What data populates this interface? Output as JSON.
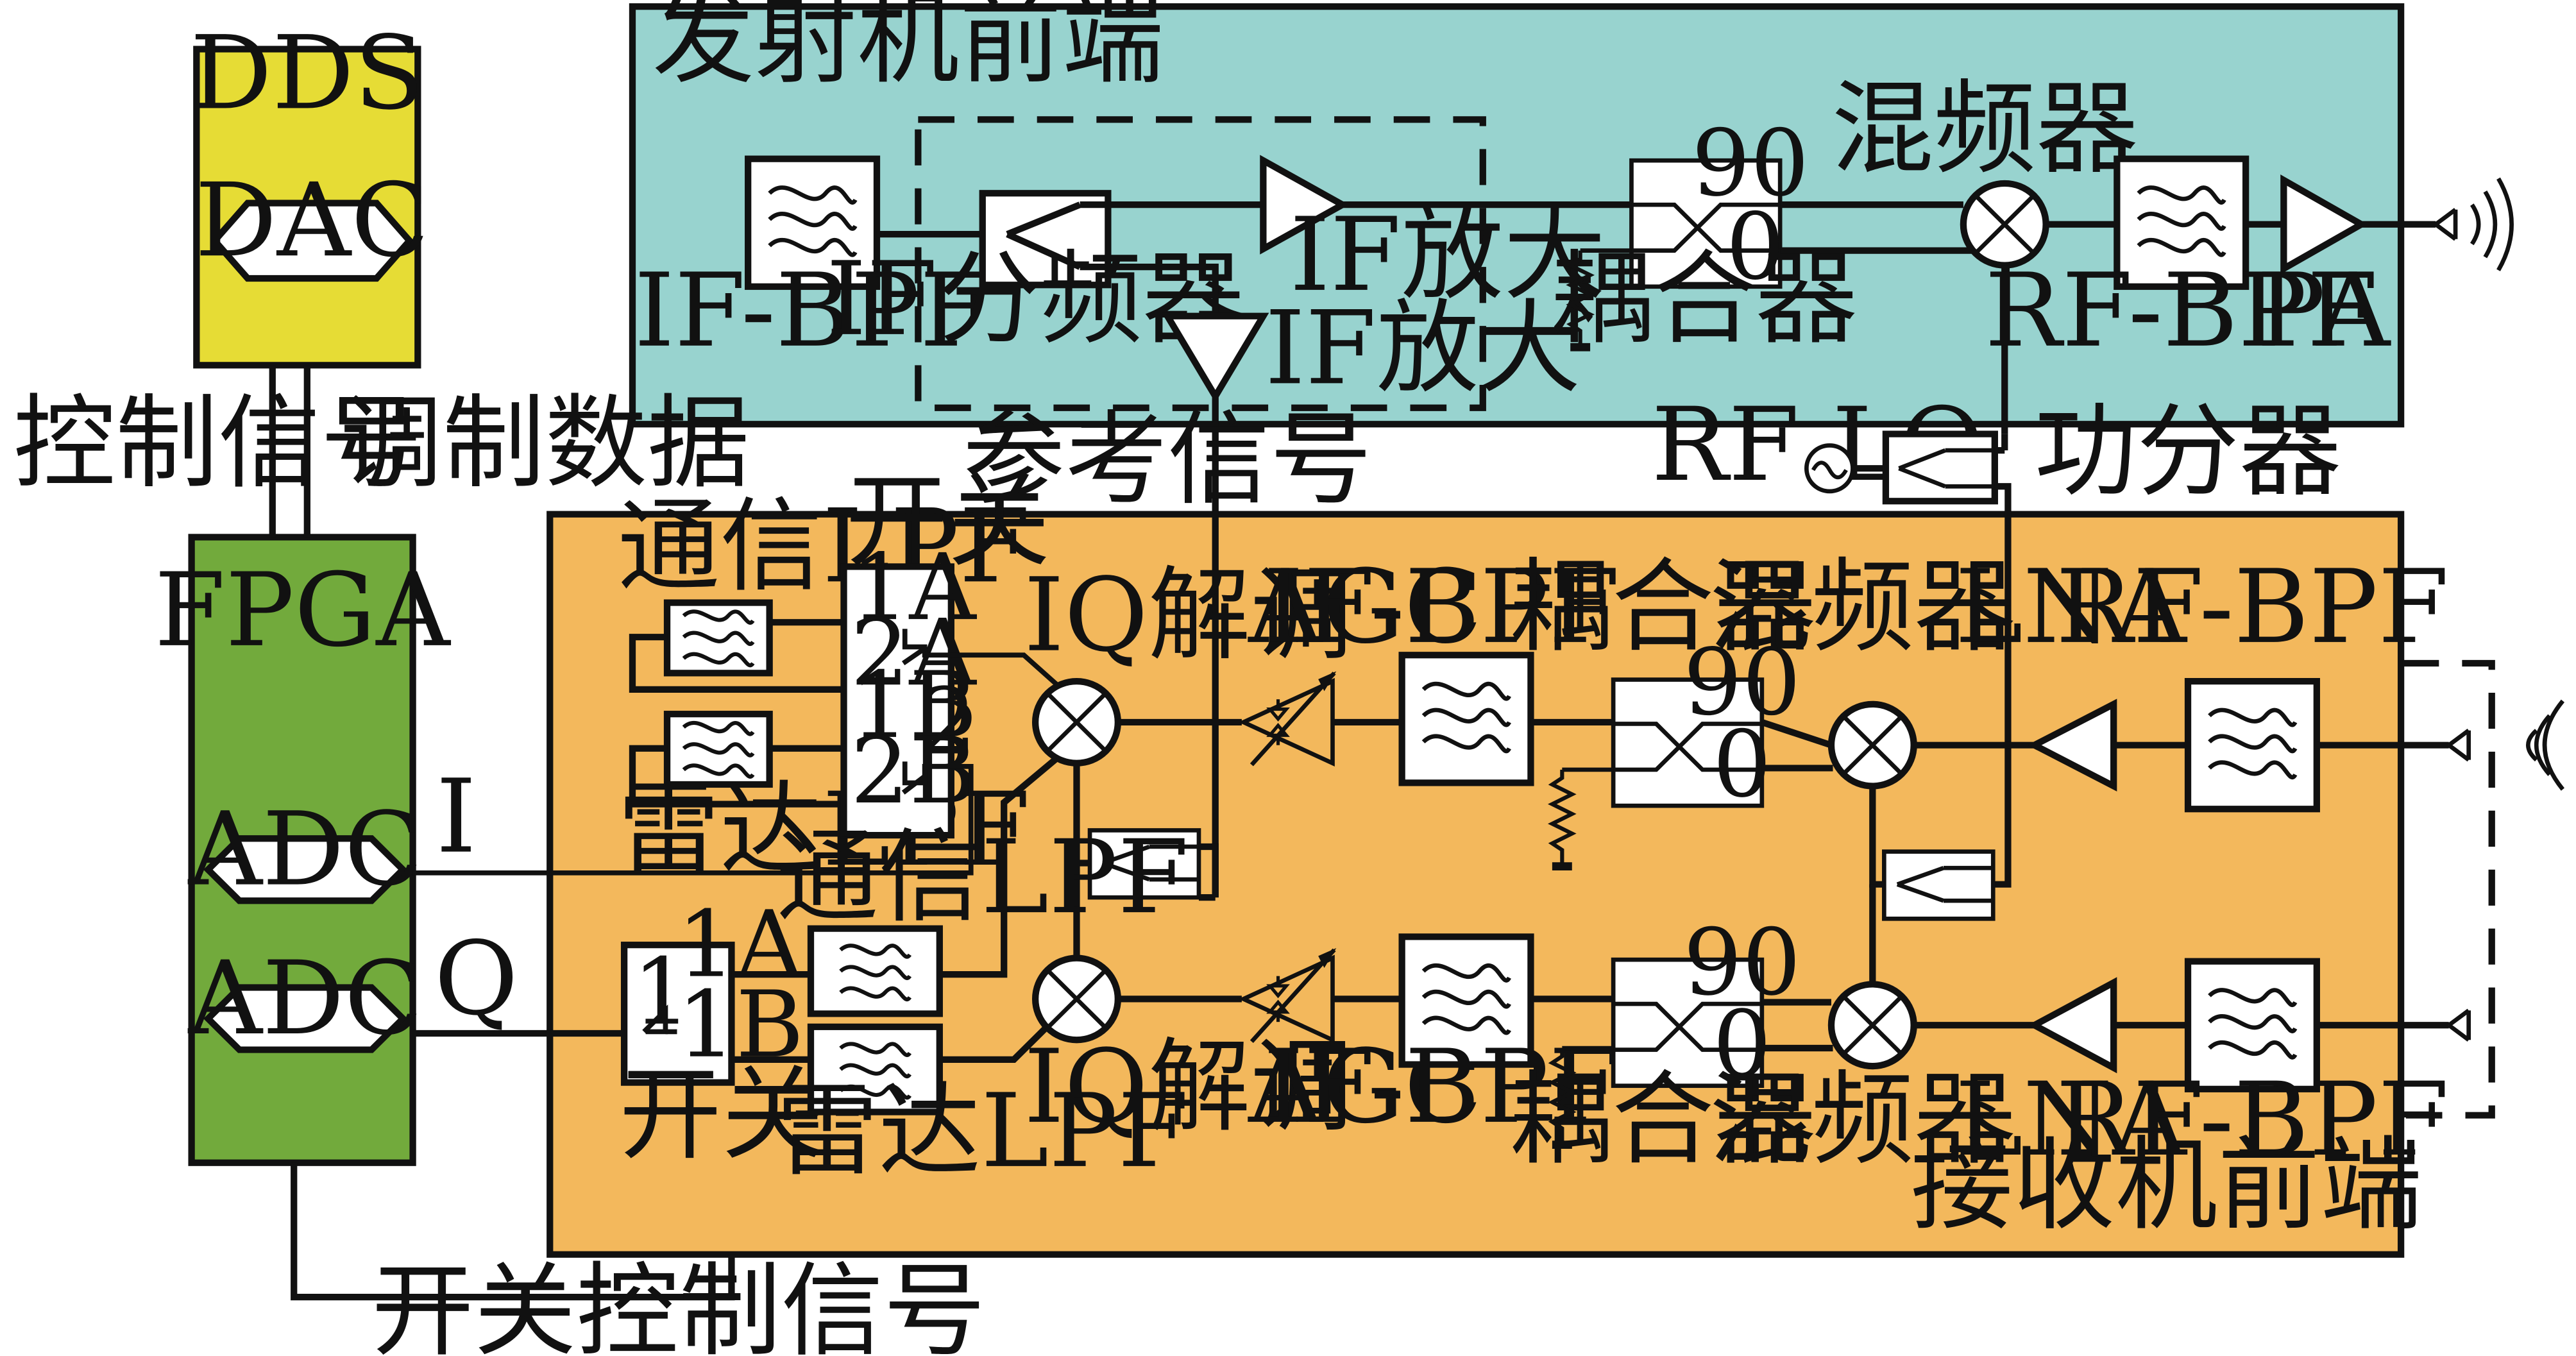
{
  "colors": {
    "dds": "#e6dc35",
    "fpga": "#72aa3c",
    "transmitter": "#98d3cf",
    "receiver": "#f3b85c",
    "line": "#111111"
  },
  "dds": {
    "title": "DDS",
    "dac": "DAC"
  },
  "fpga": {
    "title": "FPGA",
    "adc_i": "ADC",
    "adc_q": "ADC"
  },
  "links": {
    "control_signal": "控制信号",
    "mod_data": "调制数据",
    "switch_control": "开关控制信号",
    "ref_signal": "参考信号",
    "i": "I",
    "q": "Q"
  },
  "tx": {
    "title": "发射机前端",
    "if_bpf": "IF-BPF",
    "if_splitter": "IF分频器",
    "if_amp_1": "IF放大",
    "if_amp_2": "IF放大",
    "coupler": "耦合器",
    "coupler_90": "90",
    "coupler_0": "0",
    "mixer": "混频器",
    "rf_bpf": "RF-BPF",
    "pa": "PA"
  },
  "lo": {
    "rf_lo": "RF LO",
    "power_splitter": "功分器"
  },
  "rx": {
    "title": "接收机前端",
    "comm_lpf": "通信LPF",
    "radar_lpf": "雷达LPF",
    "switch": "开关",
    "sw_1a": "1A",
    "sw_2a": "2A",
    "sw_1b": "1B",
    "sw_2b": "2B",
    "sw_2": "2",
    "sw_1": "1",
    "iq_demod": "IQ解调",
    "agc": "AGC",
    "if_bpf": "IF-BPF",
    "coupler": "耦合器",
    "coupler_90": "90",
    "coupler_0": "0",
    "mixer": "混频器",
    "lna": "LNA",
    "rf_bpf": "RF-BPF"
  }
}
